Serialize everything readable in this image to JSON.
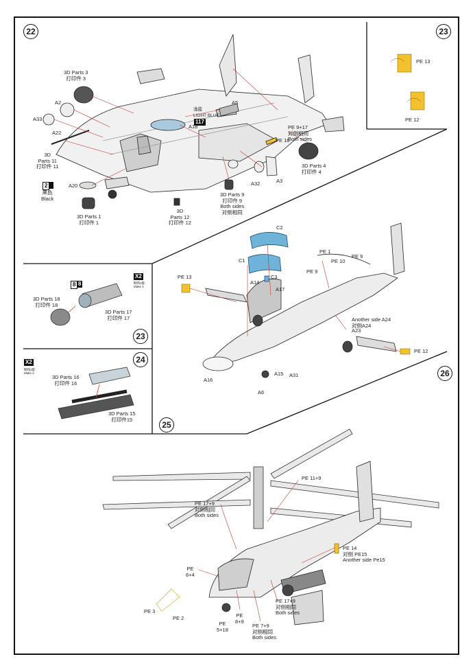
{
  "steps": {
    "s22": "22",
    "s23a": "23",
    "s23b": "23",
    "s24": "24",
    "s25": "25",
    "s26": "26"
  },
  "step22": {
    "p3a": "3D Parts 3",
    "p3b": "打印件 3",
    "a2": "A2",
    "a33": "A33",
    "a22": "A22",
    "p11a": "3D",
    "p11b": "Parts 11",
    "p11c": "打印件 11",
    "color_num": "2",
    "color_sw": "黑色",
    "color_en": "Black",
    "a20": "A20",
    "p1a": "3D Parts 1",
    "p1b": "打印件 1",
    "p12a": "3D",
    "p12b": "Parts 12",
    "p12c": "打印件 12",
    "a5": "A5",
    "lb_cn": "浅蓝",
    "lb_en": "LIGHT BLUE",
    "lb_num": "117",
    "a18": "A18",
    "pe917a": "PE 9+17",
    "pe917b": "对侧相同",
    "pe917c": "Both sides",
    "pe16": "PE 16",
    "p4a": "3D Parts 4",
    "p4b": "打印件 4",
    "a32": "A32",
    "a3": "A3",
    "p9a": "3D Parts 9",
    "p9b": "打印件 9",
    "p9c": "Both sides",
    "p9d": "对侧相同"
  },
  "step23top": {
    "pe13": "PE 13",
    "pe12": "PE 12"
  },
  "step23": {
    "x2": "X2",
    "x2cn": "制作2套",
    "x2en": "Make 2",
    "c1": "8",
    "c2": "8",
    "p18a": "3D Parts 18",
    "p18b": "打印件 18",
    "p17a": "3D Parts 17",
    "p17b": "打印件 17"
  },
  "step24": {
    "x2": "X2",
    "x2cn": "制作2套",
    "x2en": "Make 2",
    "p16a": "3D Parts 16",
    "p16b": "打印件 16",
    "p15a": "3D Parts 15",
    "p15b": "打印件15"
  },
  "step26": {
    "c2": "C2",
    "c1": "C1",
    "a14": "A14",
    "c3": "C3",
    "a17": "A17",
    "pe13": "PE 13",
    "pe1": "PE 1",
    "pe10": "PE 10",
    "pe9a": "PE 9",
    "pe9b": "PE 9",
    "a24a": "Another side A24",
    "a24b": "对侧A24",
    "a23": "A23",
    "pe12": "PE 12",
    "a16": "A16",
    "a15": "A15",
    "a31": "A31",
    "a6": "A6"
  },
  "step25": {
    "pe119": "PE 11+9",
    "pe179a": "PE 17+9",
    "pe179b": "对侧相同",
    "pe179c": "Both sides",
    "pe14a": "PE 14",
    "pe14b": "对侧  PE15",
    "pe14c": "Another side Pe15",
    "pe64a": "PE",
    "pe64b": "6+4",
    "pe3": "PE 3",
    "pe2": "PE 2",
    "pe518a": "PE",
    "pe518b": "5+18",
    "pe89a": "PE",
    "pe89b": "8+9",
    "pe179d": "PE 17+9",
    "pe179e": "对侧相同",
    "pe179f": "Both sides",
    "pe79a": "PE 7+9",
    "pe79b": "对侧相同",
    "pe79c": "Both sides"
  },
  "colors": {
    "canopy": "#6fb3d9",
    "pe": "#f2c12e",
    "leader": "#c0392b",
    "line": "#111111"
  }
}
